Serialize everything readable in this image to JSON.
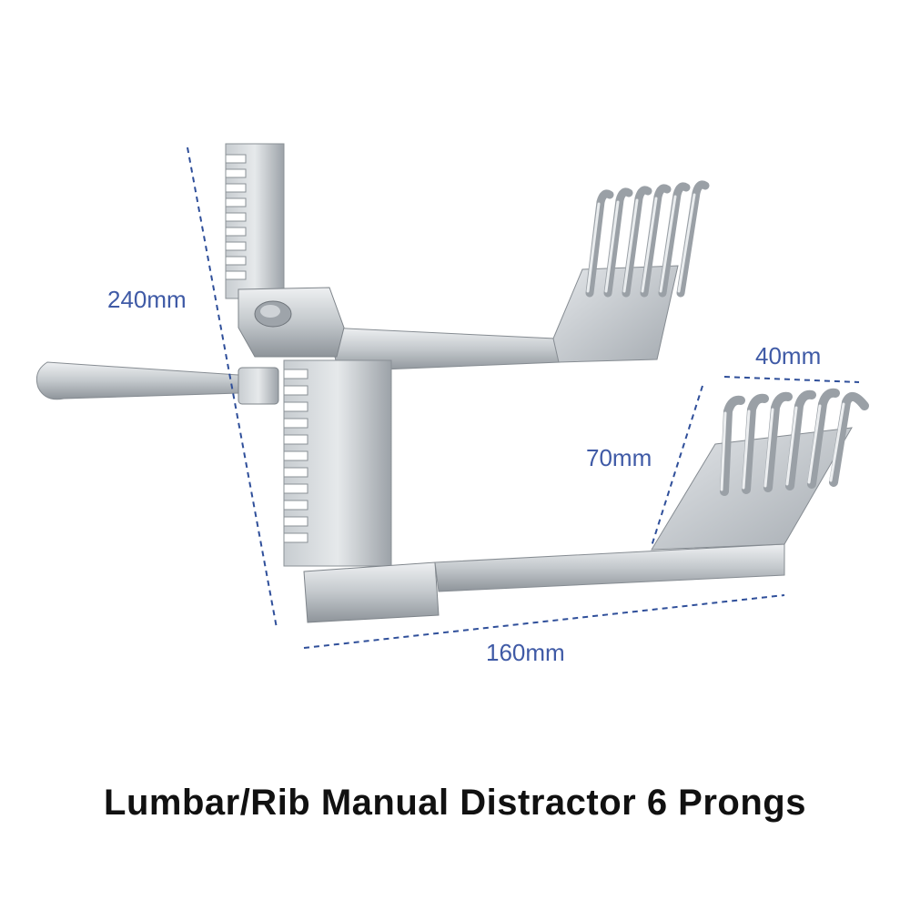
{
  "product": {
    "title": "Lumbar/Rib Manual Distractor 6 Prongs"
  },
  "dimensions": {
    "height_label": "240mm",
    "length_label": "160mm",
    "prong_depth_label": "70mm",
    "prong_width_label": "40mm"
  },
  "colors": {
    "dimension_line": "#2f4f9a",
    "dimension_text": "#3f5aa6",
    "steel_light": "#d9dde0",
    "steel_mid": "#b4babf",
    "steel_dark": "#868c92",
    "caption_text": "#111111"
  }
}
